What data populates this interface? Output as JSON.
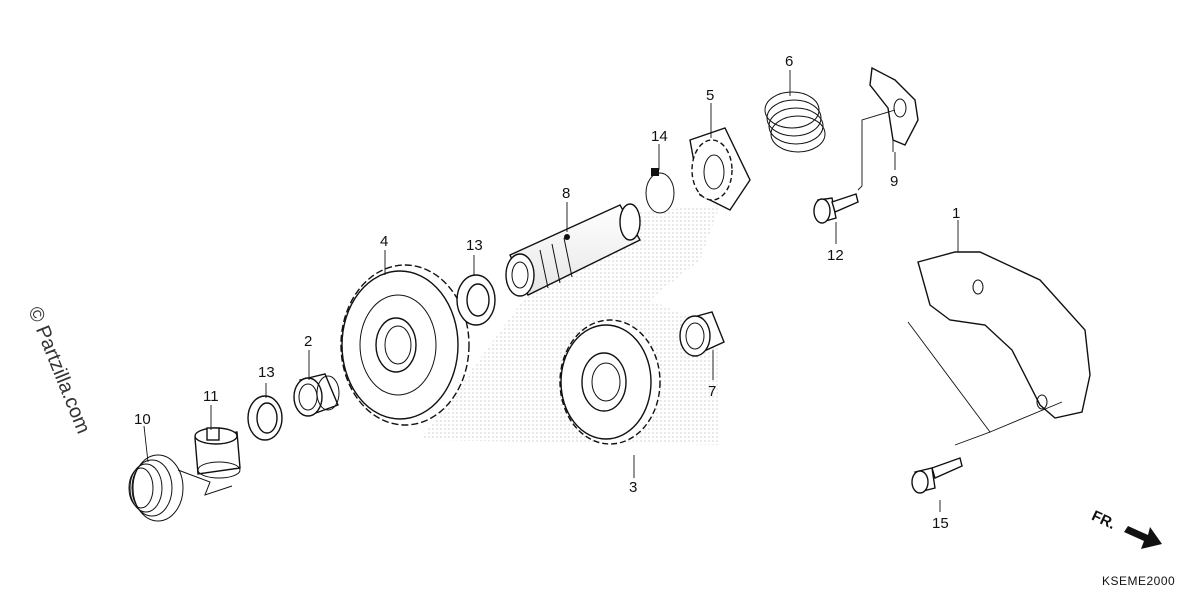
{
  "watermark": "© Partzilla.com",
  "diagram_code": "KSEME2000",
  "direction_label": "FR.",
  "callouts": {
    "c1": "1",
    "c2": "2",
    "c3": "3",
    "c4": "4",
    "c5": "5",
    "c6": "6",
    "c7": "7",
    "c8": "8",
    "c9": "9",
    "c10": "10",
    "c11": "11",
    "c12": "12",
    "c13a": "13",
    "c13b": "13",
    "c14": "14",
    "c15": "15"
  }
}
